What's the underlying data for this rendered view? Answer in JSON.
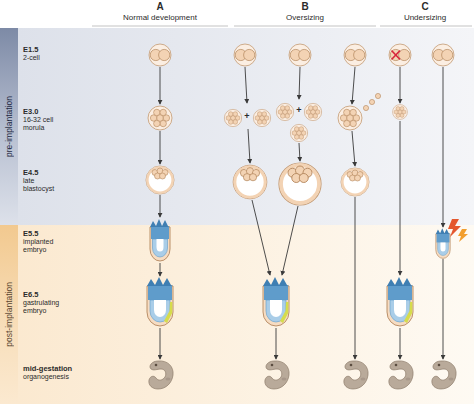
{
  "diagram": {
    "nodes": [
      {
        "text": [
          "pre-implantation"
        ]
      },
      {
        "text": [
          "post-implantation"
        ]
      }
    ],
    "labels": [
      "A",
      "Normal development",
      "B",
      "Oversizing",
      "C",
      "Undersizing",
      "E1.5",
      "2-cell",
      "E3.0",
      "16-32 cell morula",
      "E4.5",
      "late blastocyst",
      "E5.5",
      "implanted embryo",
      "E6.5",
      "gastrulating embryo",
      "mid-gestation",
      "organogenesis",
      "+",
      "+"
    ]
  }
}
